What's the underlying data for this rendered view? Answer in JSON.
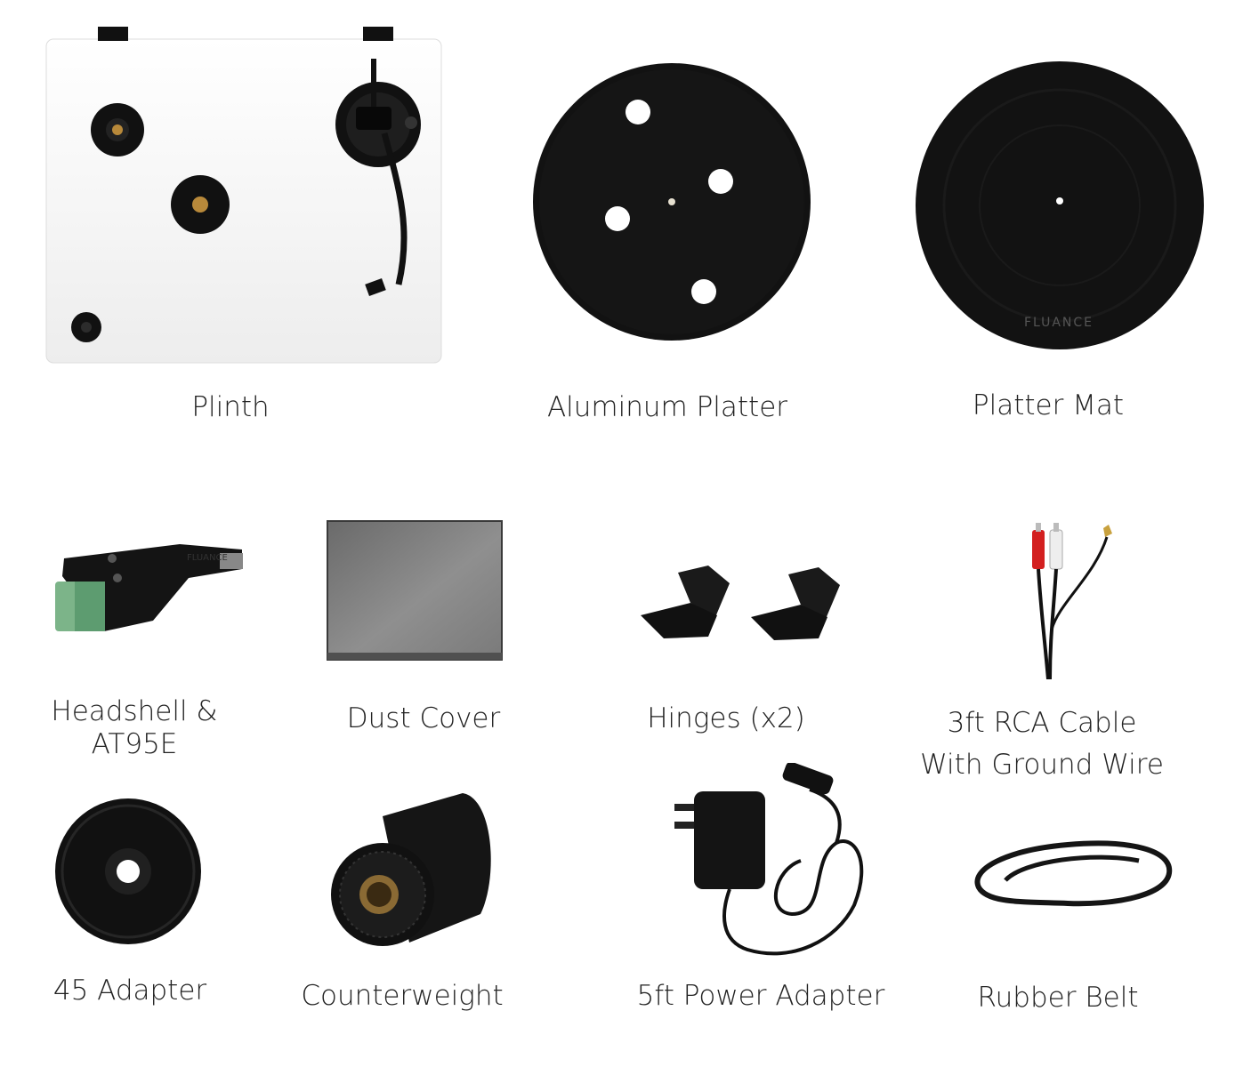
{
  "colors": {
    "background": "#ffffff",
    "label_text": "#222222",
    "plinth_white": "#f7f7f7",
    "part_black": "#111111",
    "rca_red": "#d32020",
    "rca_white": "#eeeeee",
    "brass": "#b8893a",
    "cartridge_green": "#7cb489"
  },
  "mat_brand_text": "FLUANCE",
  "headshell_brand_text": "FLUANCE",
  "items": {
    "plinth": {
      "label": "Plinth",
      "icon": "plinth-image"
    },
    "aluminum_platter": {
      "label": "Aluminum Platter",
      "icon": "platter-image"
    },
    "platter_mat": {
      "label": "Platter Mat",
      "icon": "mat-image"
    },
    "headshell": {
      "label_line1": "Headshell &",
      "label_line2": "AT95E",
      "icon": "headshell-image"
    },
    "dust_cover": {
      "label": "Dust Cover",
      "icon": "dust-cover-image"
    },
    "hinges": {
      "label": "Hinges (x2)",
      "icon": "hinges-image"
    },
    "rca_cable": {
      "label_line1": "3ft RCA Cable",
      "label_line2": "With Ground Wire",
      "icon": "rca-cable-image"
    },
    "adapter_45": {
      "label": "45 Adapter",
      "icon": "adapter-45-image"
    },
    "counterweight": {
      "label": "Counterweight",
      "icon": "counterweight-image"
    },
    "power_adapter": {
      "label": "5ft Power Adapter",
      "icon": "power-adapter-image"
    },
    "rubber_belt": {
      "label": "Rubber Belt",
      "icon": "belt-image"
    }
  }
}
